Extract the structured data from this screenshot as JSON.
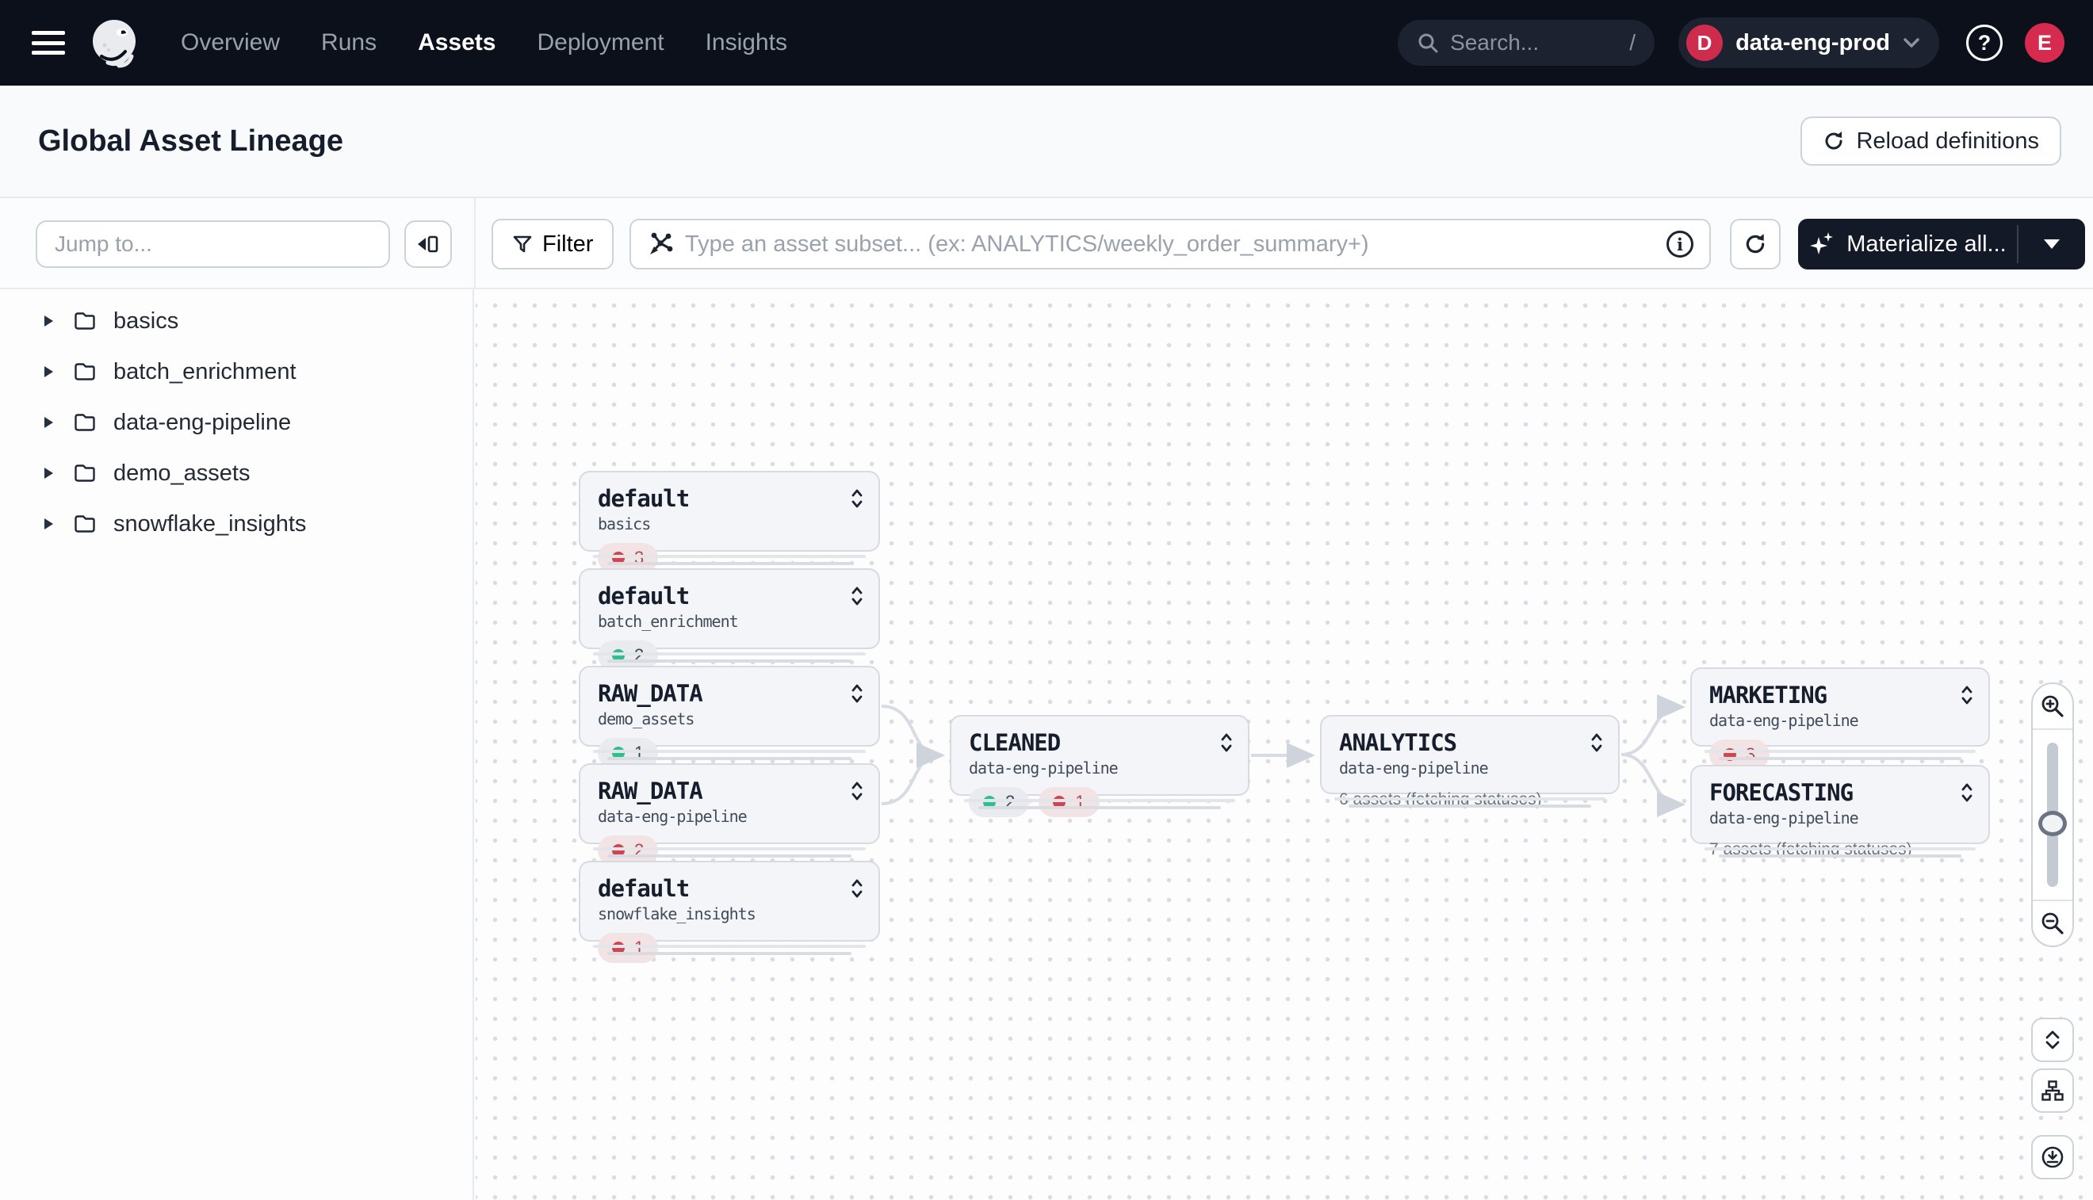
{
  "nav": {
    "items": [
      {
        "label": "Overview",
        "active": false
      },
      {
        "label": "Runs",
        "active": false
      },
      {
        "label": "Assets",
        "active": true
      },
      {
        "label": "Deployment",
        "active": false
      },
      {
        "label": "Insights",
        "active": false
      }
    ],
    "search": {
      "placeholder": "Search...",
      "shortcut": "/"
    },
    "deployment": {
      "initial": "D",
      "name": "data-eng-prod"
    },
    "user_initial": "E",
    "help_glyph": "?"
  },
  "page": {
    "title": "Global Asset Lineage",
    "reload_label": "Reload definitions"
  },
  "toolbar": {
    "filter_label": "Filter",
    "subset_placeholder": "Type an asset subset... (ex: ANALYTICS/weekly_order_summary+)",
    "info_glyph": "i",
    "materialize_label": "Materialize all..."
  },
  "sidebar": {
    "jump_placeholder": "Jump to...",
    "groups": [
      {
        "label": "basics"
      },
      {
        "label": "batch_enrichment"
      },
      {
        "label": "data-eng-pipeline"
      },
      {
        "label": "demo_assets"
      },
      {
        "label": "snowflake_insights"
      }
    ]
  },
  "graph": {
    "nodes": [
      {
        "id": "default-basics",
        "title": "default",
        "subtitle": "basics",
        "badges": [
          {
            "status": "error",
            "count": "3"
          }
        ]
      },
      {
        "id": "default-batch_enrichment",
        "title": "default",
        "subtitle": "batch_enrichment",
        "badges": [
          {
            "status": "success",
            "count": "2"
          }
        ]
      },
      {
        "id": "raw_data-demo_assets",
        "title": "RAW_DATA",
        "subtitle": "demo_assets",
        "badges": [
          {
            "status": "success",
            "count": "1"
          }
        ]
      },
      {
        "id": "raw_data-data-eng-pipeline",
        "title": "RAW_DATA",
        "subtitle": "data-eng-pipeline",
        "badges": [
          {
            "status": "error",
            "count": "2"
          }
        ]
      },
      {
        "id": "default-snowflake_insights",
        "title": "default",
        "subtitle": "snowflake_insights",
        "badges": [
          {
            "status": "error",
            "count": "1"
          }
        ]
      },
      {
        "id": "cleaned",
        "title": "CLEANED",
        "subtitle": "data-eng-pipeline",
        "badges": [
          {
            "status": "success",
            "count": "2"
          },
          {
            "status": "error",
            "count": "1"
          }
        ]
      },
      {
        "id": "analytics",
        "title": "ANALYTICS",
        "subtitle": "data-eng-pipeline",
        "note": "6 assets (fetching statuses)"
      },
      {
        "id": "marketing",
        "title": "MARKETING",
        "subtitle": "data-eng-pipeline",
        "badges": [
          {
            "status": "error",
            "count": "3"
          }
        ]
      },
      {
        "id": "forecasting",
        "title": "FORECASTING",
        "subtitle": "data-eng-pipeline",
        "note": "7 assets (fetching statuses)"
      }
    ],
    "edges": [
      {
        "from": "raw_data-demo_assets",
        "to": "cleaned"
      },
      {
        "from": "raw_data-data-eng-pipeline",
        "to": "cleaned"
      },
      {
        "from": "cleaned",
        "to": "analytics"
      },
      {
        "from": "analytics",
        "to": "marketing"
      },
      {
        "from": "analytics",
        "to": "forecasting"
      }
    ]
  },
  "colors": {
    "nav_bg": "#0c101b",
    "accent_red": "#cf2b4d",
    "status_error": "#d2454f",
    "status_success": "#2fbf8f",
    "node_bg": "#f4f5f8",
    "edge": "#d6dae0"
  }
}
